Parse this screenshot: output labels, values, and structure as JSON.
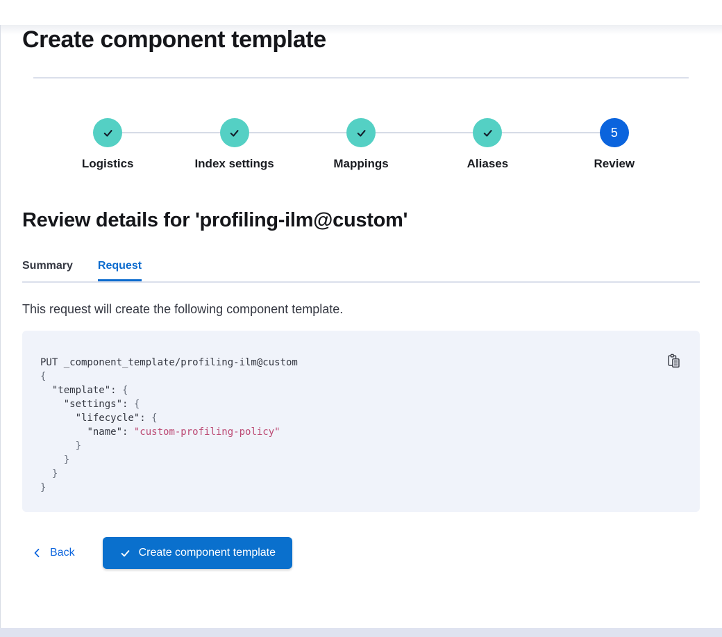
{
  "page": {
    "title": "Create component template"
  },
  "steps": {
    "items": [
      {
        "label": "Logistics",
        "status": "complete"
      },
      {
        "label": "Index settings",
        "status": "complete"
      },
      {
        "label": "Mappings",
        "status": "complete"
      },
      {
        "label": "Aliases",
        "status": "complete"
      },
      {
        "label": "Review",
        "status": "current",
        "number": "5"
      }
    ]
  },
  "review": {
    "heading": "Review details for 'profiling-ilm@custom'",
    "tabs": [
      {
        "label": "Summary",
        "selected": false
      },
      {
        "label": "Request",
        "selected": true
      }
    ],
    "description": "This request will create the following component template."
  },
  "code": {
    "copy_icon": "copy-clipboard-icon",
    "lines": [
      [
        {
          "text": "PUT _component_template/profiling-ilm@custom",
          "type": "plain"
        }
      ],
      [
        {
          "text": "{",
          "type": "punct"
        }
      ],
      [
        {
          "text": "  ",
          "type": "plain"
        },
        {
          "text": "\"template\"",
          "type": "key"
        },
        {
          "text": ": ",
          "type": "plain"
        },
        {
          "text": "{",
          "type": "punct"
        }
      ],
      [
        {
          "text": "    ",
          "type": "plain"
        },
        {
          "text": "\"settings\"",
          "type": "key"
        },
        {
          "text": ": ",
          "type": "plain"
        },
        {
          "text": "{",
          "type": "punct"
        }
      ],
      [
        {
          "text": "      ",
          "type": "plain"
        },
        {
          "text": "\"lifecycle\"",
          "type": "key"
        },
        {
          "text": ": ",
          "type": "plain"
        },
        {
          "text": "{",
          "type": "punct"
        }
      ],
      [
        {
          "text": "        ",
          "type": "plain"
        },
        {
          "text": "\"name\"",
          "type": "key"
        },
        {
          "text": ": ",
          "type": "plain"
        },
        {
          "text": "\"custom-profiling-policy\"",
          "type": "string"
        }
      ],
      [
        {
          "text": "      ",
          "type": "plain"
        },
        {
          "text": "}",
          "type": "punct"
        }
      ],
      [
        {
          "text": "    ",
          "type": "plain"
        },
        {
          "text": "}",
          "type": "punct"
        }
      ],
      [
        {
          "text": "  ",
          "type": "plain"
        },
        {
          "text": "}",
          "type": "punct"
        }
      ],
      [
        {
          "text": "}",
          "type": "punct"
        }
      ]
    ]
  },
  "footer": {
    "back_label": "Back",
    "create_label": "Create component template"
  },
  "colors": {
    "primary": "#0b64dd",
    "button_fill": "#0a70cd",
    "step_complete_teal": "#54d0c4",
    "code_background": "#f0f3fa",
    "code_string": "#bc4a74",
    "code_punctuation": "#69707d",
    "divider": "#dadfeb",
    "bottom_strip": "#dfe3f0"
  }
}
